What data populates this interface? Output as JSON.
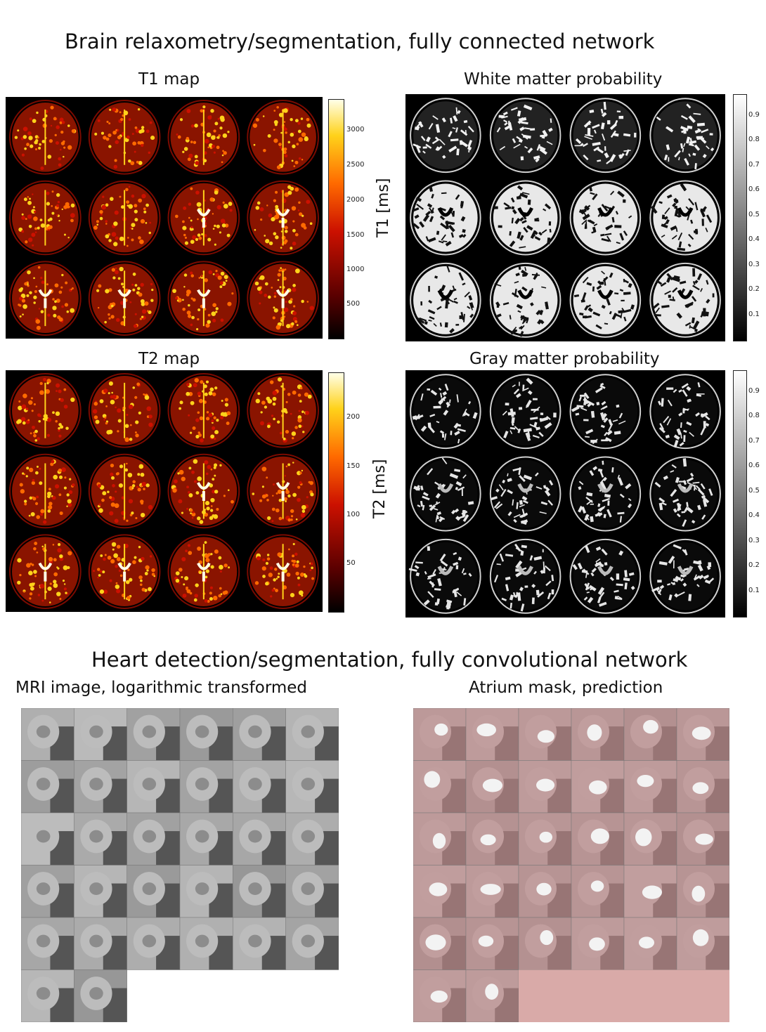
{
  "top_section": {
    "title": "Brain relaxometry/segmentation, fully connected network",
    "panels": {
      "t1": {
        "title": "T1 map",
        "colorbar_label": "T1 [ms]",
        "colorbar_ticks": [
          "3000",
          "2500",
          "2000",
          "1500",
          "1000",
          "500"
        ]
      },
      "white_matter": {
        "title": "White matter probability",
        "colorbar_ticks": [
          "0.9",
          "0.8",
          "0.7",
          "0.6",
          "0.5",
          "0.4",
          "0.3",
          "0.2",
          "0.1"
        ]
      },
      "t2": {
        "title": "T2 map",
        "colorbar_label": "T2 [ms]",
        "colorbar_ticks": [
          "200",
          "150",
          "100",
          "50"
        ]
      },
      "gray_matter": {
        "title": "Gray matter probability",
        "colorbar_ticks": [
          "0.9",
          "0.8",
          "0.7",
          "0.6",
          "0.5",
          "0.4",
          "0.3",
          "0.2",
          "0.1"
        ]
      }
    },
    "colors": {
      "hot_start": "#000000",
      "hot_mid": "#cc1100",
      "hot_high": "#ffd21a",
      "hot_end": "#ffffe8"
    }
  },
  "bottom_section": {
    "title": "Heart detection/segmentation, fully convolutional network",
    "left_title": "MRI image, logarithmic transformed",
    "right_title": "Atrium mask, prediction",
    "grid": {
      "columns": 6,
      "rows": 6,
      "tile_count": 32
    },
    "colors": {
      "mask_tint": "#c48a8a",
      "mask_empty": "#d9aaa8"
    }
  }
}
